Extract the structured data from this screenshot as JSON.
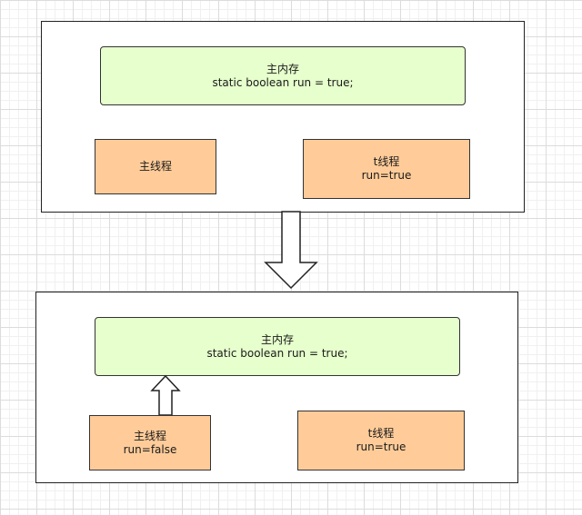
{
  "before": {
    "main_memory": {
      "title": "主内存",
      "code": "static boolean run = true;"
    },
    "main_thread": {
      "title": "主线程",
      "state": ""
    },
    "t_thread": {
      "title": "t线程",
      "state": "run=true"
    }
  },
  "after": {
    "main_memory": {
      "title": "主内存",
      "code": "static boolean run = true;"
    },
    "main_thread": {
      "title": "主线程",
      "state": "run=false"
    },
    "t_thread": {
      "title": "t线程",
      "state": "run=true"
    }
  },
  "colors": {
    "memory_fill": "#e6ffcc",
    "thread_fill": "#ffcc99",
    "stroke": "#222222"
  }
}
